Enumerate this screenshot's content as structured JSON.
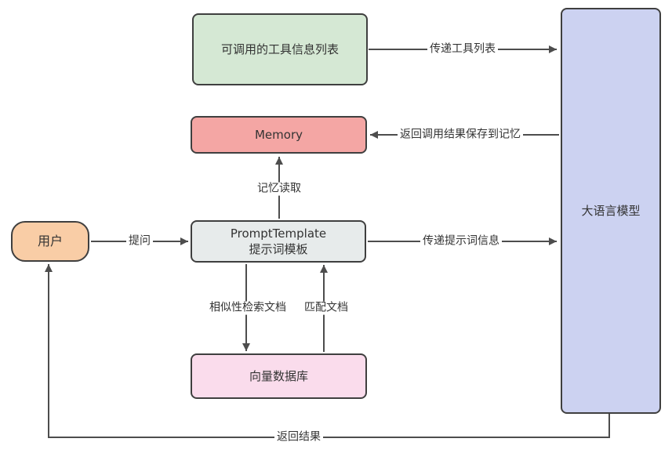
{
  "diagram": {
    "nodes": {
      "tools": {
        "label": "可调用的工具信息列表",
        "fill": "#d5e8d4"
      },
      "llm": {
        "label": "大语言模型",
        "fill": "#ccd2f1"
      },
      "memory": {
        "label": "Memory",
        "fill": "#f4a6a4"
      },
      "prompt": {
        "line1": "PromptTemplate",
        "line2": "提示词模板",
        "fill": "#e7ebeb"
      },
      "user": {
        "label": "用户",
        "fill": "#f9cda6"
      },
      "vectordb": {
        "label": "向量数据库",
        "fill": "#fadcec"
      }
    },
    "edges": {
      "pass_tools": "传递工具列表",
      "save_memory": "返回调用结果保存到记忆",
      "memory_read": "记忆读取",
      "ask": "提问",
      "pass_prompt": "传递提示词信息",
      "similarity_search": "相似性检索文档",
      "match_docs": "匹配文档",
      "return_result": "返回结果"
    },
    "colors": {
      "line": "#4d4d4d",
      "border": "#3f3f3f",
      "text": "#333333"
    }
  }
}
